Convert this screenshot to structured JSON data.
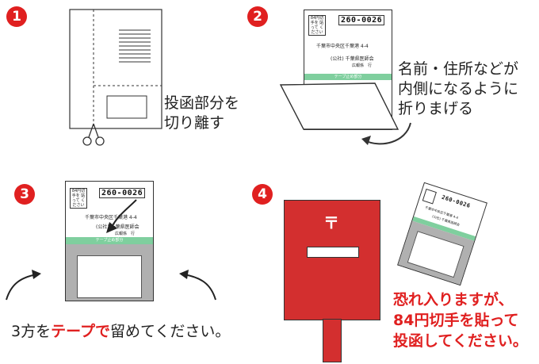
{
  "steps": [
    {
      "number": "1",
      "caption_line1": "投函部分を",
      "caption_line2": "切り離す"
    },
    {
      "number": "2",
      "caption_line1": "名前・住所などが",
      "caption_line2": "内側になるように",
      "caption_line3": "折りまげる"
    },
    {
      "number": "3",
      "caption_prefix": "3方を",
      "caption_highlight": "テープで",
      "caption_suffix": "留めてください。"
    },
    {
      "number": "4",
      "warning_line1": "恐れ入りますが、",
      "warning_line2": "84円切手を貼って",
      "warning_line3": "投函してください。"
    }
  ],
  "card": {
    "zip": "260-0026",
    "address": "千葉市中央区千葉港 4-4",
    "organization": "(公社) 千葉県医師会",
    "department": "広報係　行",
    "tape_label": "テープ止め部分",
    "stamp_text": "84円切手を 貼って ください"
  },
  "postbox": {
    "mark": "〒"
  },
  "colors": {
    "accent_red": "#e02020",
    "postbox_red": "#d32f2f",
    "tape_green": "#7fcf9e",
    "tape_gray": "#b0b0b0"
  }
}
